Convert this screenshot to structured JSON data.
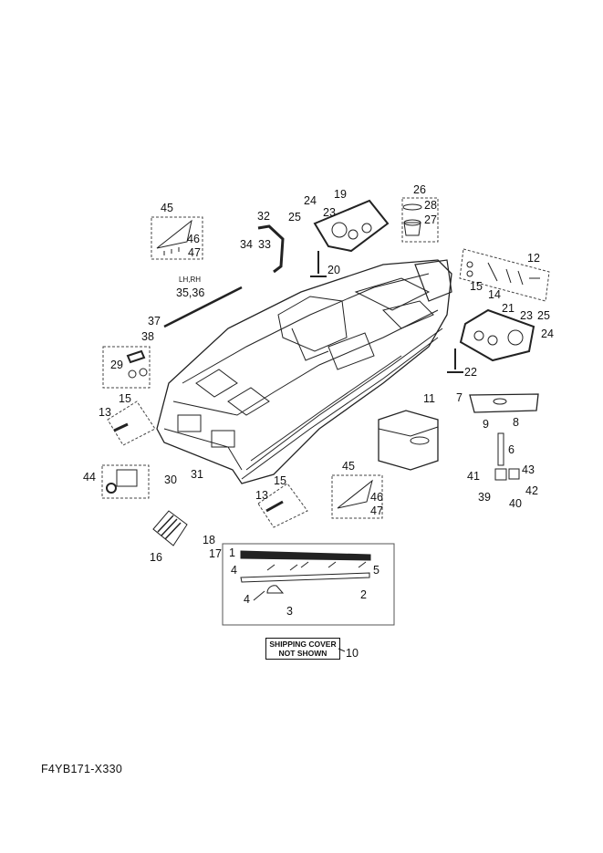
{
  "diagram": {
    "footer_code": "F4YB171-X330",
    "shipping_note": {
      "line1": "SHIPPING COVER",
      "line2": "NOT SHOWN"
    },
    "callouts": [
      "45",
      "46",
      "47",
      "32",
      "34",
      "33",
      "24",
      "23",
      "25",
      "19",
      "26",
      "28",
      "27",
      "20",
      "LH,RH",
      "35,36",
      "37",
      "38",
      "12",
      "15",
      "14",
      "21",
      "23",
      "25",
      "24",
      "22",
      "29",
      "15",
      "13",
      "11",
      "7",
      "9",
      "8",
      "6",
      "44",
      "30",
      "31",
      "41",
      "43",
      "42",
      "39",
      "40",
      "45",
      "46",
      "47",
      "15",
      "13",
      "18",
      "17",
      "16",
      "1",
      "4",
      "5",
      "2",
      "4",
      "3",
      "10"
    ]
  }
}
